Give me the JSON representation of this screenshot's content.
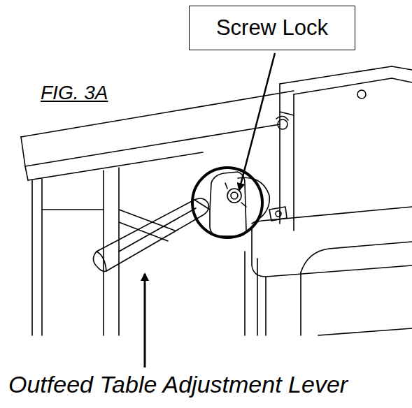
{
  "diagram": {
    "nodes": [
      {
        "text": [
          "Screw Lock"
        ]
      }
    ],
    "labels": [
      "FIG. 3A",
      "Outfeed Table Adjustment Lever"
    ]
  }
}
